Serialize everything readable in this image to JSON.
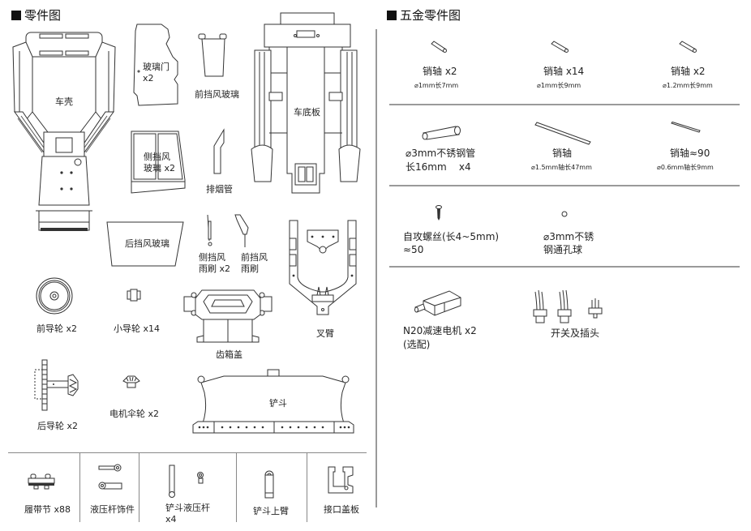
{
  "left_section": {
    "title": "零件图",
    "parts": [
      {
        "id": "shell",
        "label": "车壳"
      },
      {
        "id": "glass-door",
        "label": "玻璃门",
        "qty": "x2"
      },
      {
        "id": "front-windshield",
        "label": "前挡风玻璃"
      },
      {
        "id": "chassis-plate",
        "label": "车底板"
      },
      {
        "id": "side-windshield",
        "label": "侧挡风",
        "label2": "玻璃 x2"
      },
      {
        "id": "exhaust-pipe",
        "label": "排烟管"
      },
      {
        "id": "rear-windshield",
        "label": "后挡风玻璃"
      },
      {
        "id": "side-wiper",
        "label": "侧挡风",
        "label2": "雨刷 x2"
      },
      {
        "id": "front-wiper",
        "label": "前挡风",
        "label2": "雨刷"
      },
      {
        "id": "fork-arm",
        "label": "叉臂"
      },
      {
        "id": "front-guide-wheel",
        "label": "前导轮 x2"
      },
      {
        "id": "small-guide-wheel",
        "label": "小导轮 x14"
      },
      {
        "id": "gearbox-cover",
        "label": "齿箱盖"
      },
      {
        "id": "rear-guide-wheel",
        "label": "后导轮 x2"
      },
      {
        "id": "motor-bevel-gear",
        "label": "电机伞轮 x2"
      },
      {
        "id": "bucket",
        "label": "铲斗"
      }
    ],
    "bottom_row": [
      {
        "id": "track-link",
        "label": "履带节 x88"
      },
      {
        "id": "hydraulic-rod-trim",
        "label": "液压杆饰件"
      },
      {
        "id": "bucket-hydraulic-rod",
        "label": "铲斗液压杆",
        "label2": "x4"
      },
      {
        "id": "bucket-upper-arm",
        "label": "铲斗上臂"
      },
      {
        "id": "interface-cover",
        "label": "接口盖板"
      }
    ]
  },
  "right_section": {
    "title": "五金零件图",
    "rows": [
      [
        {
          "id": "pin-1",
          "label": "销轴 x2",
          "spec": "⌀1mm长7mm"
        },
        {
          "id": "pin-2",
          "label": "销轴 x14",
          "spec": "⌀1mm长9mm"
        },
        {
          "id": "pin-3",
          "label": "销轴 x2",
          "spec": "⌀1.2mm长9mm"
        }
      ],
      [
        {
          "id": "steel-tube",
          "label": "⌀3mm不锈钢管",
          "label2": "长16mm    x4"
        },
        {
          "id": "pin-long",
          "label": "销轴",
          "spec": "⌀1.5mm轴长47mm"
        },
        {
          "id": "pin-thin",
          "label": "销轴≈90",
          "spec": "⌀0.6mm轴长9mm"
        }
      ],
      [
        {
          "id": "tapping-screw",
          "label": "自攻螺丝(长4~5mm)",
          "label2": "≈50"
        },
        {
          "id": "steel-ball",
          "label": "⌀3mm不锈",
          "label2": "钢通孔球"
        }
      ],
      [
        {
          "id": "n20-motor",
          "label": "N20减速电机 x2",
          "label2": "(选配)"
        },
        {
          "id": "switch-plugs",
          "label": "开关及插头"
        }
      ]
    ]
  },
  "colors": {
    "line": "#333333",
    "divider": "#9a9a9a",
    "text": "#222222"
  }
}
